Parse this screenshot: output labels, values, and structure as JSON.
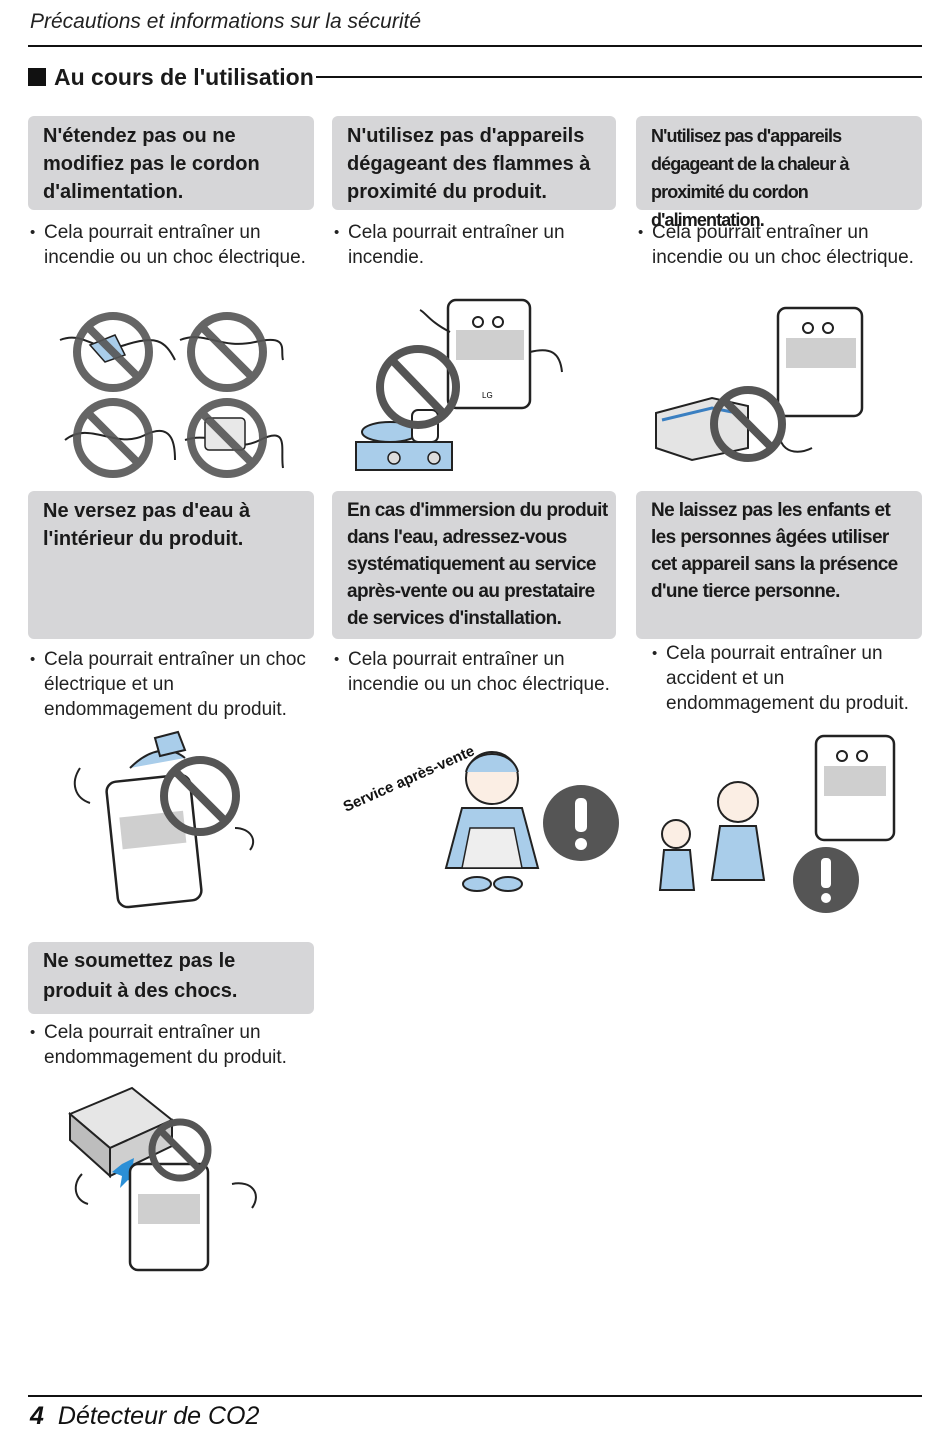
{
  "header": {
    "title": "Précautions et informations sur la sécurité"
  },
  "section": {
    "title": "Au cours de l'utilisation"
  },
  "cards": [
    {
      "heading": "N'étendez pas ou ne modifiez pas le cordon d'alimentation.",
      "bullet": "Cela pourrait entraîner un incendie ou un choc électrique."
    },
    {
      "heading": "N'utilisez pas d'appareils dégageant des flammes à proximité du produit.",
      "bullet": "Cela pourrait entraîner un incendie."
    },
    {
      "heading": "N'utilisez pas d'appareils dégageant de la chaleur à proximité du cordon d'alimentation.",
      "bullet": "Cela pourrait entraîner un incendie ou un choc électrique."
    },
    {
      "heading": "Ne versez pas d'eau à l'intérieur du produit.",
      "bullet": "Cela pourrait entraîner un choc électrique et un endommagement du produit."
    },
    {
      "heading": "En cas d'immersion du produit dans l'eau, adressez-vous systématiquement au service après-vente ou au prestataire de services d'installation.",
      "bullet": "Cela pourrait entraîner un incendie ou un choc électrique.",
      "illustration_label": "Service après-vente"
    },
    {
      "heading": "Ne laissez pas les enfants et les personnes âgées utiliser cet appareil sans la présence d'une tierce personne.",
      "bullet": "Cela pourrait entraîner un accident et un endommagement du produit."
    },
    {
      "heading": "Ne soumettez pas le produit à des chocs.",
      "bullet": "Cela pourrait entraîner un endommagement du produit."
    }
  ],
  "device": {
    "brand": "LG"
  },
  "footer": {
    "page_number": "4",
    "title": "Détecteur de CO2"
  },
  "colors": {
    "panel": "#d6d6d8",
    "prohibit": "#555555",
    "water": "#a9cdea"
  }
}
